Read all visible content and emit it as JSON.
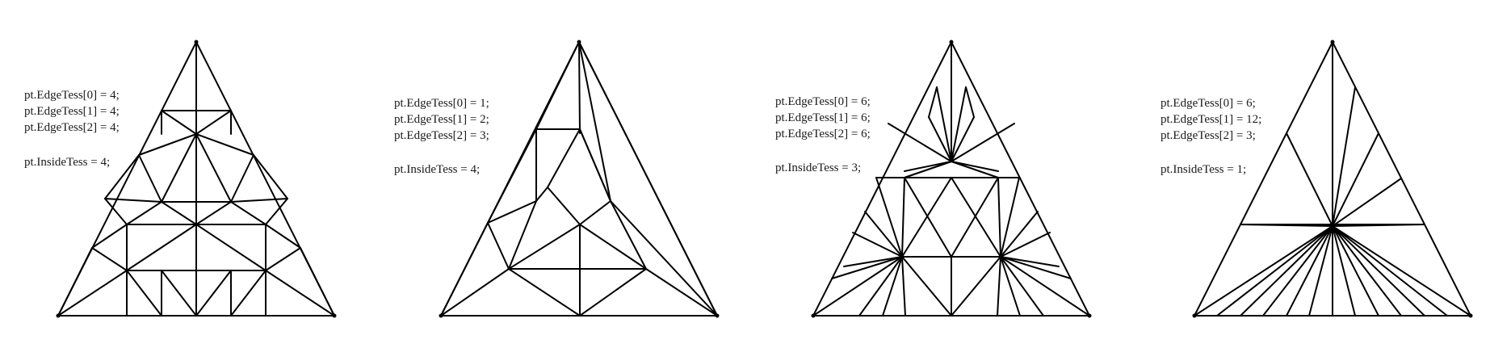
{
  "panels": [
    {
      "lines": [
        "pt.EdgeTess[0] = 4;",
        "pt.EdgeTess[1] = 4;",
        "pt.EdgeTess[2] = 4;",
        "pt.InsideTess = 4;"
      ]
    },
    {
      "lines": [
        "pt.EdgeTess[0] = 1;",
        "pt.EdgeTess[1] = 2;",
        "pt.EdgeTess[2] = 3;",
        "pt.InsideTess = 4;"
      ]
    },
    {
      "lines": [
        "pt.EdgeTess[0] = 6;",
        "pt.EdgeTess[1] = 6;",
        "pt.EdgeTess[2] = 6;",
        "pt.InsideTess = 3;"
      ]
    },
    {
      "lines": [
        "pt.EdgeTess[0] = 6;",
        "pt.EdgeTess[1] = 12;",
        "pt.EdgeTess[2] = 3;",
        "pt.InsideTess = 1;"
      ]
    }
  ]
}
